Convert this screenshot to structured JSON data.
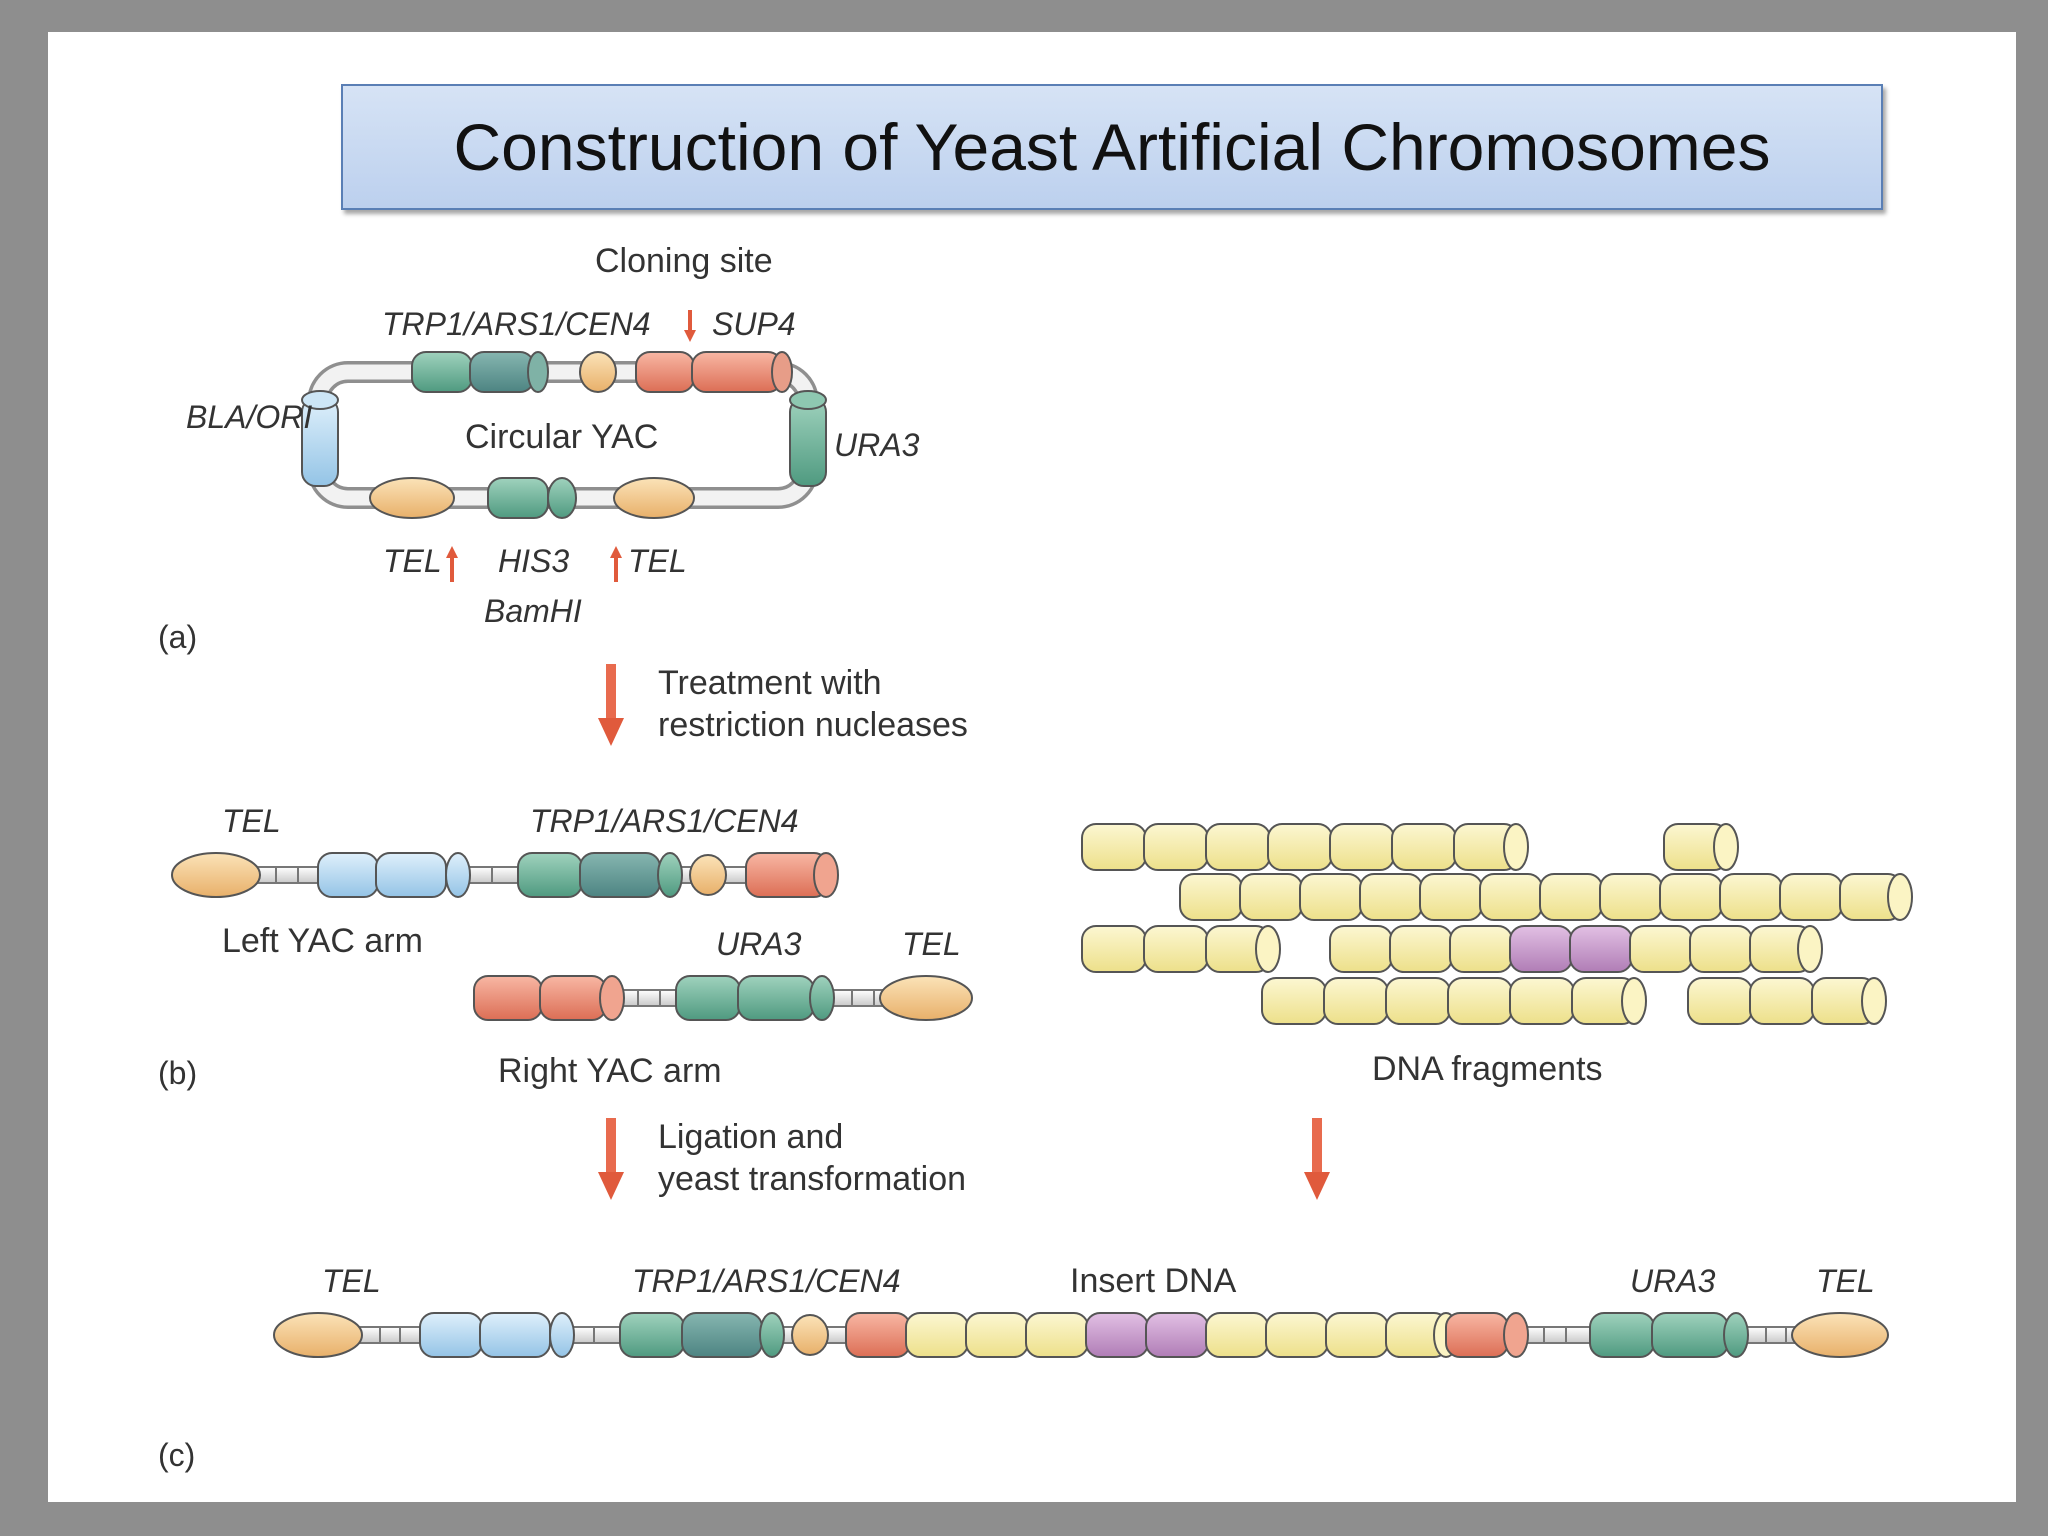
{
  "title": "Construction of Yeast Artificial Chromosomes",
  "panel_a": {
    "cloning_site": "Cloning site",
    "trp_ars_cen": "TRP1/ARS1/CEN4",
    "sup4": "SUP4",
    "bla_ori": "BLA/ORI",
    "center": "Circular YAC",
    "ura3": "URA3",
    "tel_left": "TEL",
    "his3": "HIS3",
    "tel_right": "TEL",
    "bamhi": "BamHI",
    "panel_label": "(a)"
  },
  "step1": {
    "line1": "Treatment with",
    "line2": "restriction nucleases"
  },
  "panel_b": {
    "left_tel": "TEL",
    "left_trp": "TRP1/ARS1/CEN4",
    "left_arm": "Left YAC arm",
    "right_ura": "URA3",
    "right_tel": "TEL",
    "right_arm": "Right YAC arm",
    "fragments": "DNA fragments",
    "panel_label": "(b)"
  },
  "step2": {
    "line1": "Ligation and",
    "line2": "yeast transformation"
  },
  "panel_c": {
    "tel_left": "TEL",
    "trp": "TRP1/ARS1/CEN4",
    "insert": "Insert DNA",
    "ura3": "URA3",
    "tel_right": "TEL",
    "panel_label": "(c)"
  },
  "colors": {
    "tel": "#f3c98a",
    "blue": "#b8dcf2",
    "teal": "#6fb39a",
    "salmon": "#ec8c74",
    "yellow": "#f7eeaa",
    "purple": "#c898cc",
    "arrow": "#e05a3c"
  }
}
